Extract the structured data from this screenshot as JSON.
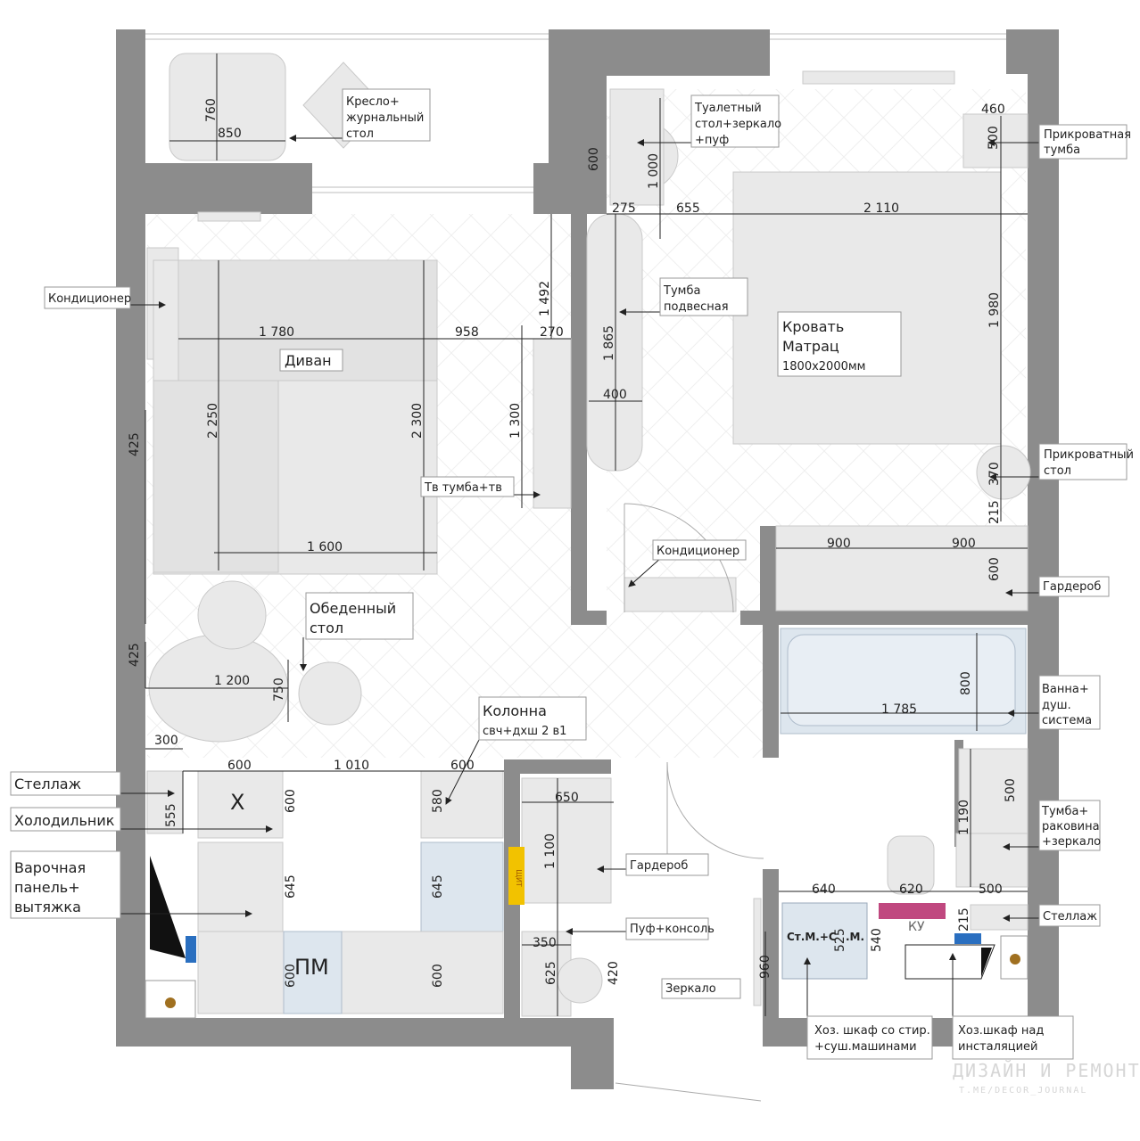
{
  "dims": {
    "d760": "760",
    "d850": "850",
    "d600a": "600",
    "d1000": "1 000",
    "d460": "460",
    "d500a": "500",
    "d275": "275",
    "d655": "655",
    "d2110": "2 110",
    "d1492": "1 492",
    "d1980": "1 980",
    "d1780": "1 780",
    "d958": "958",
    "d270": "270",
    "d1865": "1 865",
    "d2250": "2 250",
    "d2300": "2 300",
    "d1300": "1 300",
    "d400": "400",
    "d425a": "425",
    "d370": "370",
    "d215a": "215",
    "d1600": "1 600",
    "d900a": "900",
    "d900b": "900",
    "d600b": "600",
    "d1200": "1 200",
    "d750": "750",
    "d425b": "425",
    "d800": "800",
    "d1785": "1 785",
    "d300": "300",
    "d600c": "600",
    "d1010": "1 010",
    "d600d": "600",
    "d650": "650",
    "d555": "555",
    "d600e": "600",
    "d580": "580",
    "d1100": "1 100",
    "d1190": "1 190",
    "d500b": "500",
    "d645a": "645",
    "d645b": "645",
    "d640": "640",
    "d620": "620",
    "d500c": "500",
    "d350": "350",
    "d215b": "215",
    "d525": "525",
    "d540": "540",
    "d625": "625",
    "d420": "420",
    "d960": "960",
    "d600f": "600",
    "d600g": "600"
  },
  "labels": {
    "armchair": [
      "Кресло+",
      "журнальный",
      "стол"
    ],
    "vanity": [
      "Туалетный",
      "стол+зеркало",
      "+пуф"
    ],
    "bedside1": [
      "Прикроватная",
      "тумба"
    ],
    "ac1": "Кондиционер",
    "hanging": [
      "Тумба",
      "подвесная"
    ],
    "bed": [
      "Кровать",
      "Матрац",
      "1800х2000мм"
    ],
    "sofa": "Диван",
    "tv": "Тв тумба+тв",
    "bedside2": [
      "Прикроватный",
      "стол"
    ],
    "ac2": "Кондиционер",
    "wardrobe1": "Гардероб",
    "dining": [
      "Обеденный",
      "стол"
    ],
    "bath": [
      "Ванна+",
      "душ.",
      "система"
    ],
    "column": [
      "Колонна",
      "свч+дхш 2 в1"
    ],
    "shelf1": "Стеллаж",
    "fridge": "Холодильник",
    "hob": [
      "Варочная",
      "панель+",
      "вытяжка"
    ],
    "wardrobe2": "Гардероб",
    "sink": [
      "Тумба+",
      "раковина",
      "+зеркало"
    ],
    "pouf": "Пуф+консоль",
    "shelf2": "Стеллаж",
    "mirror": "Зеркало",
    "utility1": [
      "Хоз. шкаф со стир.",
      "+суш.машинами"
    ],
    "utility2": [
      "Хоз.шкаф над",
      "инсталяцией"
    ],
    "dishwasher": "ПМ",
    "x_mark": "Х",
    "wash": "Ст.М.+С",
    "wash2": ".М.",
    "toilet": "КУ",
    "shield": "ЩИТ"
  },
  "watermark": {
    "line1": "ДИЗАЙН И РЕМОНТ",
    "line2": "T.ME/DECOR_JOURNAL"
  },
  "colors": {
    "wall": "#8c8c8c",
    "furniture": "#e9e9e9",
    "furniture_stroke": "#c9c9c9",
    "bath_fill": "#dde6ee",
    "toilet_pink": "#c0487f",
    "install_blue": "#2a6fc0",
    "shield_yellow": "#f2c200"
  }
}
